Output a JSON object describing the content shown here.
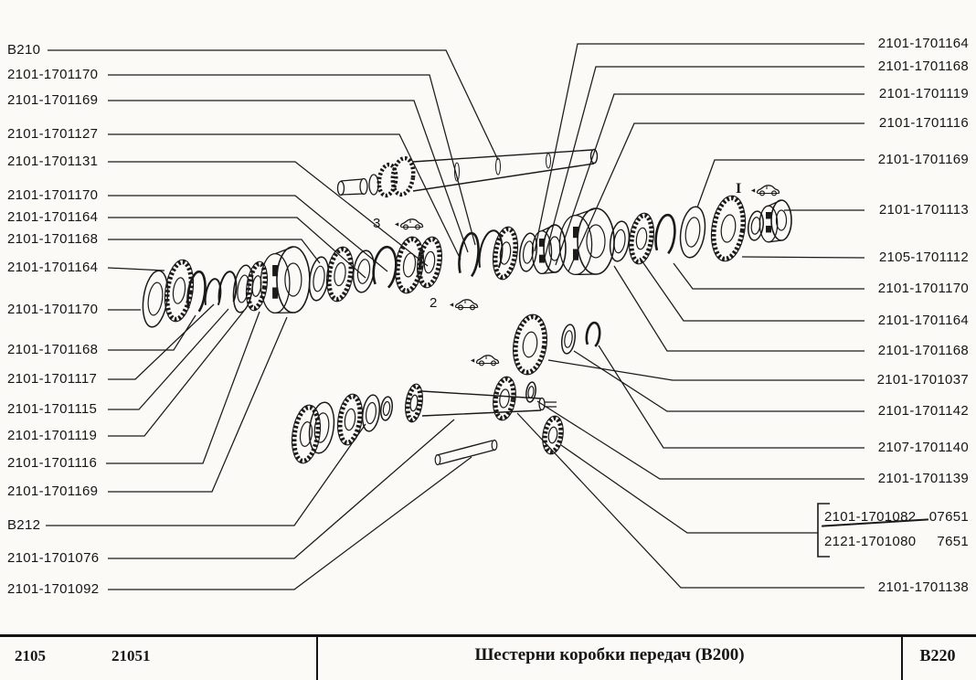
{
  "colors": {
    "paper": "#fbfaf6",
    "ink": "#1a1a1a"
  },
  "diagram": {
    "left_labels": [
      "B210",
      "2101-1701170",
      "2101-1701169",
      "2101-1701127",
      "2101-1701131",
      "2101-1701170",
      "2101-1701164",
      "2101-1701168",
      "2101-1701164",
      "2101-1701170",
      "2101-1701168",
      "2101-1701117",
      "2101-1701115",
      "2101-1701119",
      "2101-1701116",
      "2101-1701169",
      "B212",
      "2101-1701076",
      "2101-1701092"
    ],
    "right_labels": [
      "2101-1701164",
      "2101-1701168",
      "2101-1701119",
      "2101-1701116",
      "2101-1701169",
      "2101-1701113",
      "2105-1701112",
      "2101-1701170",
      "2101-1701164",
      "2101-1701168",
      "2101-1701037",
      "2101-1701142",
      "2107-1701140",
      "2101-1701139",
      "2101-1701138"
    ],
    "bracket_group": {
      "rows": [
        {
          "part": "2101-1701082",
          "code": "07651",
          "strikethrough": true
        },
        {
          "part": "2121-1701080",
          "code": "7651",
          "strikethrough": false
        }
      ]
    },
    "markers": [
      {
        "label": "3"
      },
      {
        "label": "2"
      },
      {
        "label": "I"
      }
    ]
  },
  "footer": {
    "model_code": "2105",
    "model_code_2": "21051",
    "section_title": "Шестерни коробки передач (В200)",
    "sheet_code": "В220"
  }
}
